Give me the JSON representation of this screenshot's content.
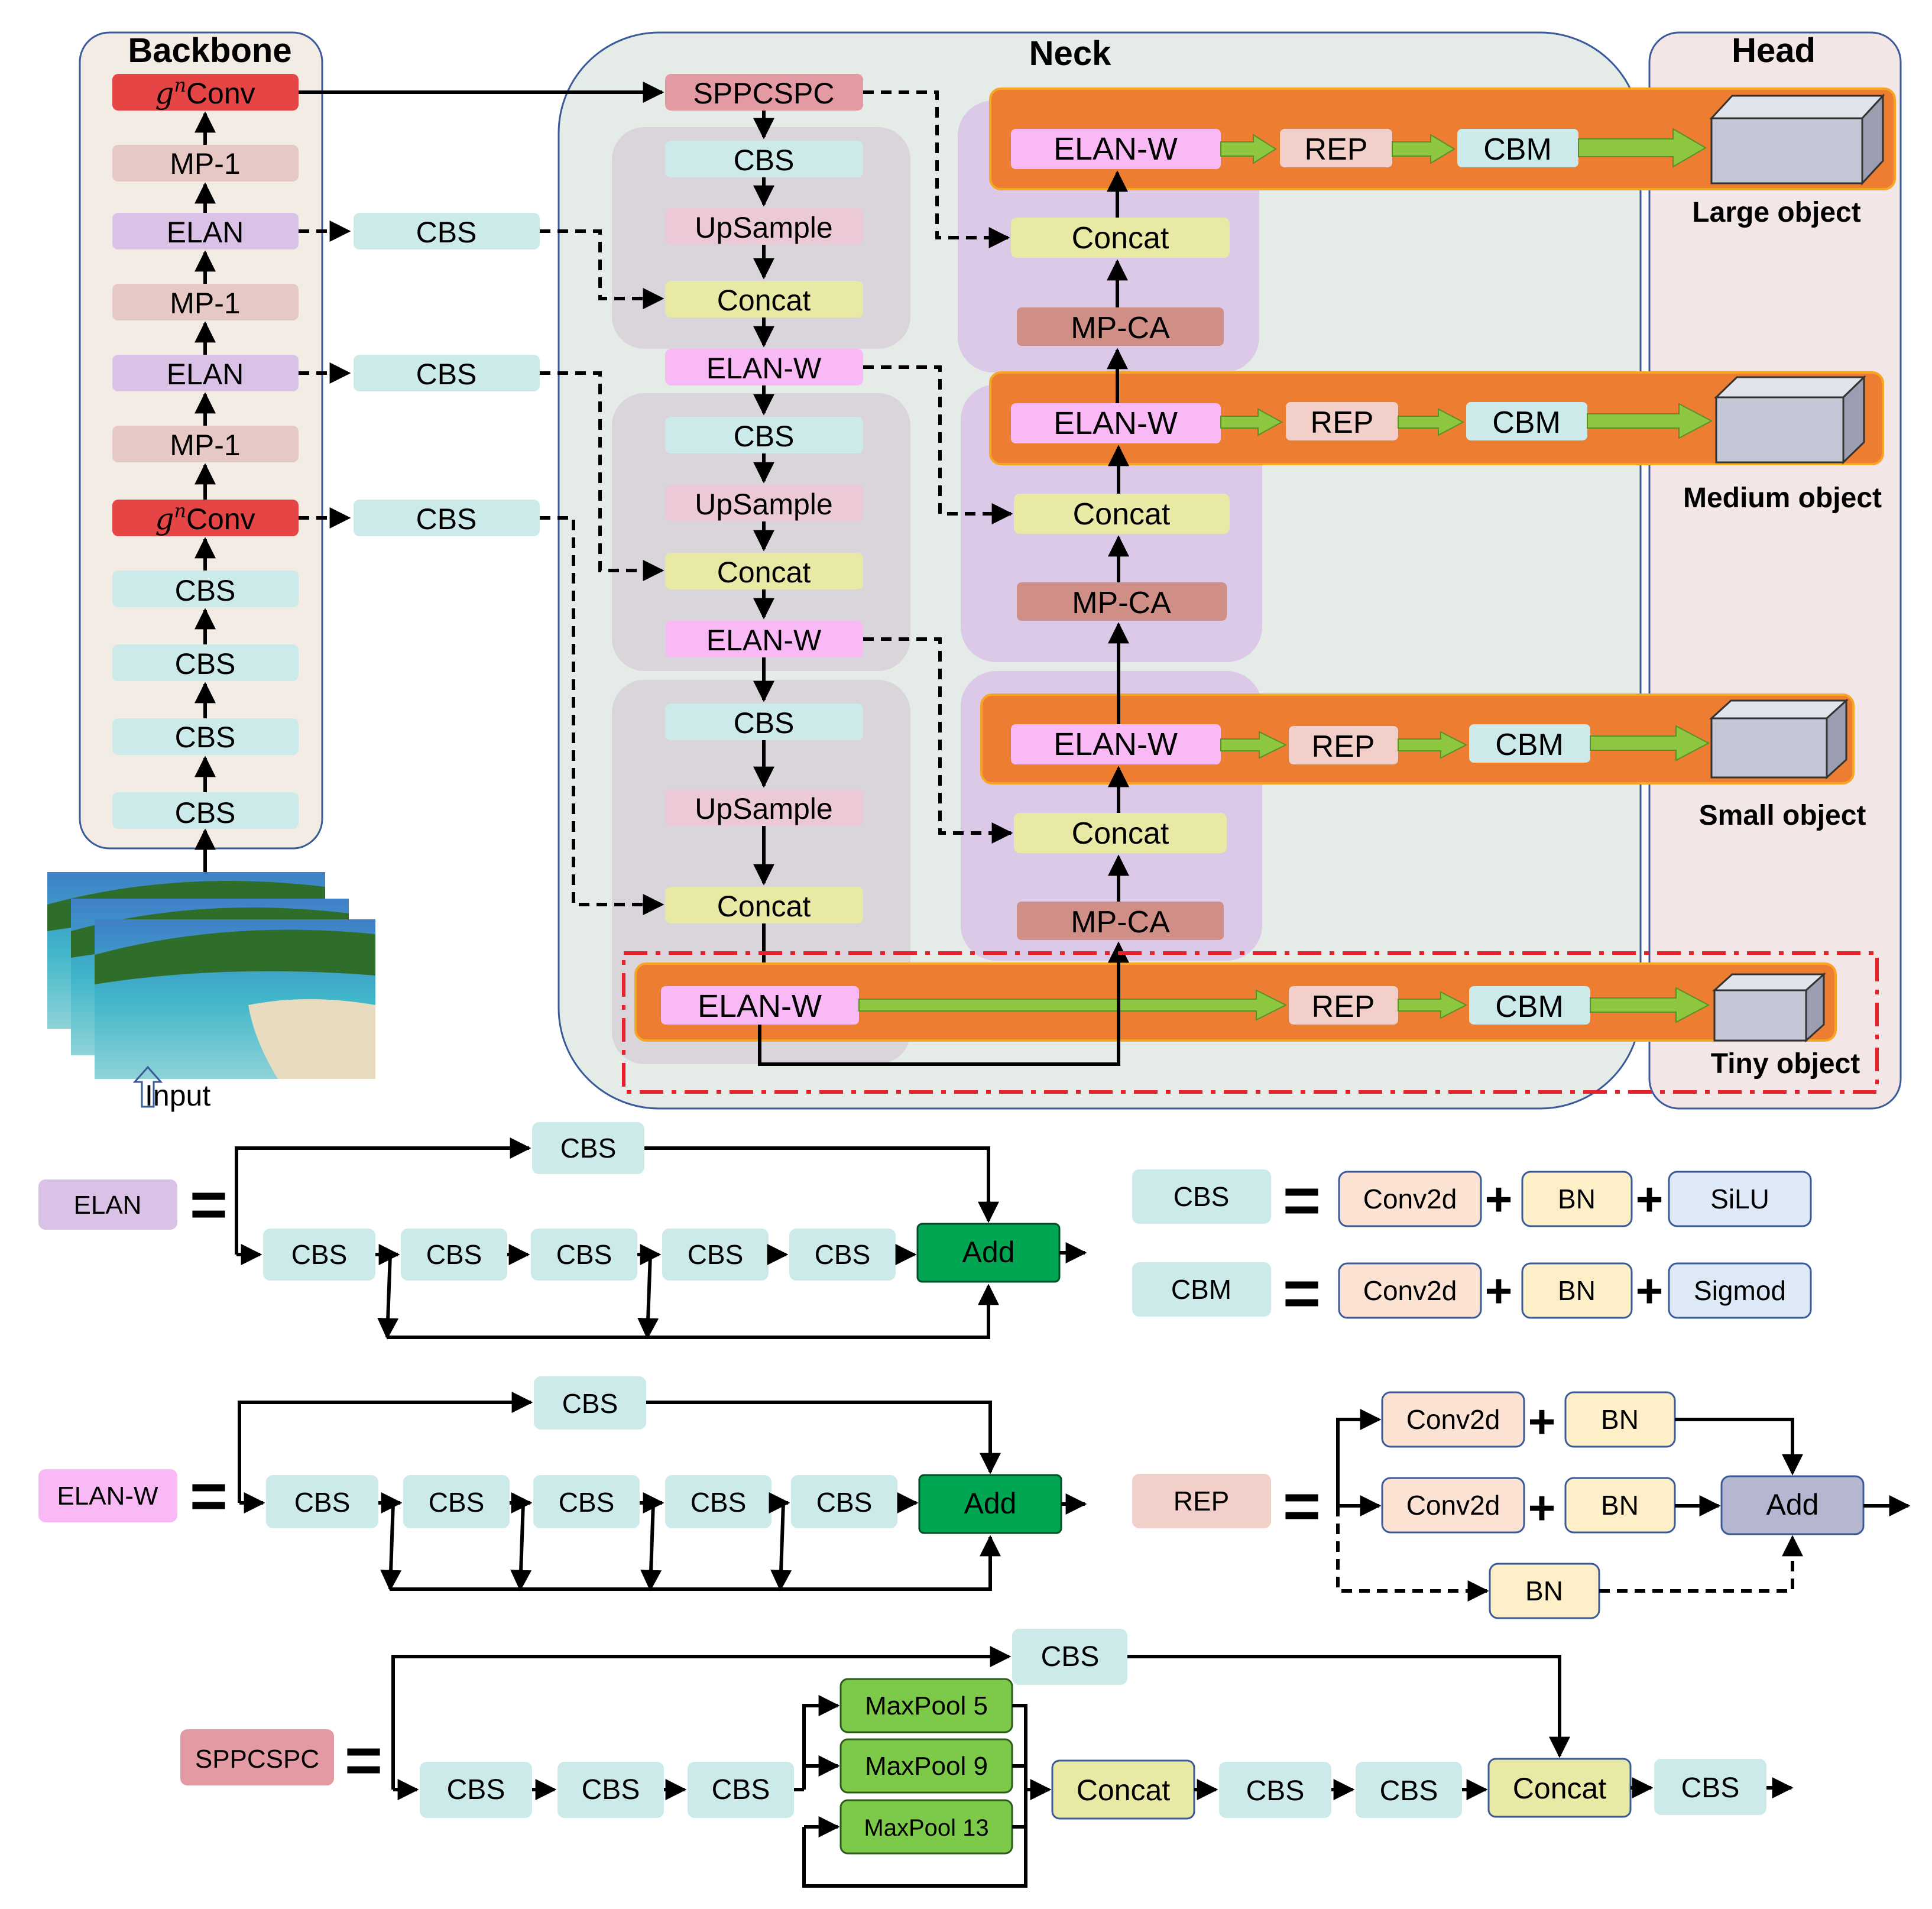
{
  "sections": {
    "backbone": "Backbone",
    "neck": "Neck",
    "head": "Head"
  },
  "input_label": "Input",
  "backbone": {
    "layers": [
      "CBS",
      "CBS",
      "CBS",
      "CBS",
      "Conv",
      "MP-1",
      "ELAN",
      "MP-1",
      "ELAN",
      "MP-1",
      "Conv"
    ],
    "gn_prefix": "g",
    "gn_sup": "n",
    "side_cbs": [
      "CBS",
      "CBS",
      "CBS"
    ]
  },
  "neck": {
    "sppcspc": "SPPCSPC",
    "cbs": "CBS",
    "upsample": "UpSample",
    "concat": "Concat",
    "elanw": "ELAN-W",
    "mpca": "MP-CA"
  },
  "head": {
    "rep": "REP",
    "cbm": "CBM",
    "outputs": [
      "Large object",
      "Medium object",
      "Small object",
      "Tiny object"
    ]
  },
  "legend": {
    "elan": {
      "name": "ELAN",
      "chain": [
        "CBS",
        "CBS",
        "CBS",
        "CBS",
        "CBS"
      ],
      "top": "CBS",
      "add": "Add"
    },
    "elanw": {
      "name": "ELAN-W",
      "chain": [
        "CBS",
        "CBS",
        "CBS",
        "CBS",
        "CBS"
      ],
      "top": "CBS",
      "add": "Add"
    },
    "cbs_def": {
      "name": "CBS",
      "parts": [
        "Conv2d",
        "BN",
        "SiLU"
      ]
    },
    "cbm_def": {
      "name": "CBM",
      "parts": [
        "Conv2d",
        "BN",
        "Sigmod"
      ]
    },
    "rep_def": {
      "name": "REP",
      "branch1": [
        "Conv2d",
        "BN"
      ],
      "branch2": [
        "Conv2d",
        "BN"
      ],
      "branch3": "BN",
      "add": "Add"
    },
    "spp": {
      "name": "SPPCSPC",
      "top": "CBS",
      "chain": [
        "CBS",
        "CBS",
        "CBS"
      ],
      "pools": [
        "MaxPool 5",
        "MaxPool 9",
        "MaxPool 13"
      ],
      "after": [
        "Concat",
        "CBS",
        "CBS",
        "Concat",
        "CBS"
      ]
    },
    "plus": "+",
    "equals": "="
  },
  "colors": {
    "cbs": "#cdeaea",
    "mp1": "#e6c8c4",
    "elan": "#d9c2e6",
    "gnconv": "#e64545",
    "sppcspc": "#e39aa3",
    "upsample": "#ecc9d6",
    "concat": "#e8e9a5",
    "elanw": "#f8b9f5",
    "mpca": "#d08f86",
    "rep": "#f2cfc9",
    "orange": "#ed7d31",
    "arrow_green": "#8dc63f",
    "add": "#00a651",
    "maxpool": "#7dc94a",
    "conv2d": "#fbe2d3",
    "bn": "#fdf0c8",
    "silu": "#dde9f6",
    "addgray": "#b5b7d0"
  }
}
